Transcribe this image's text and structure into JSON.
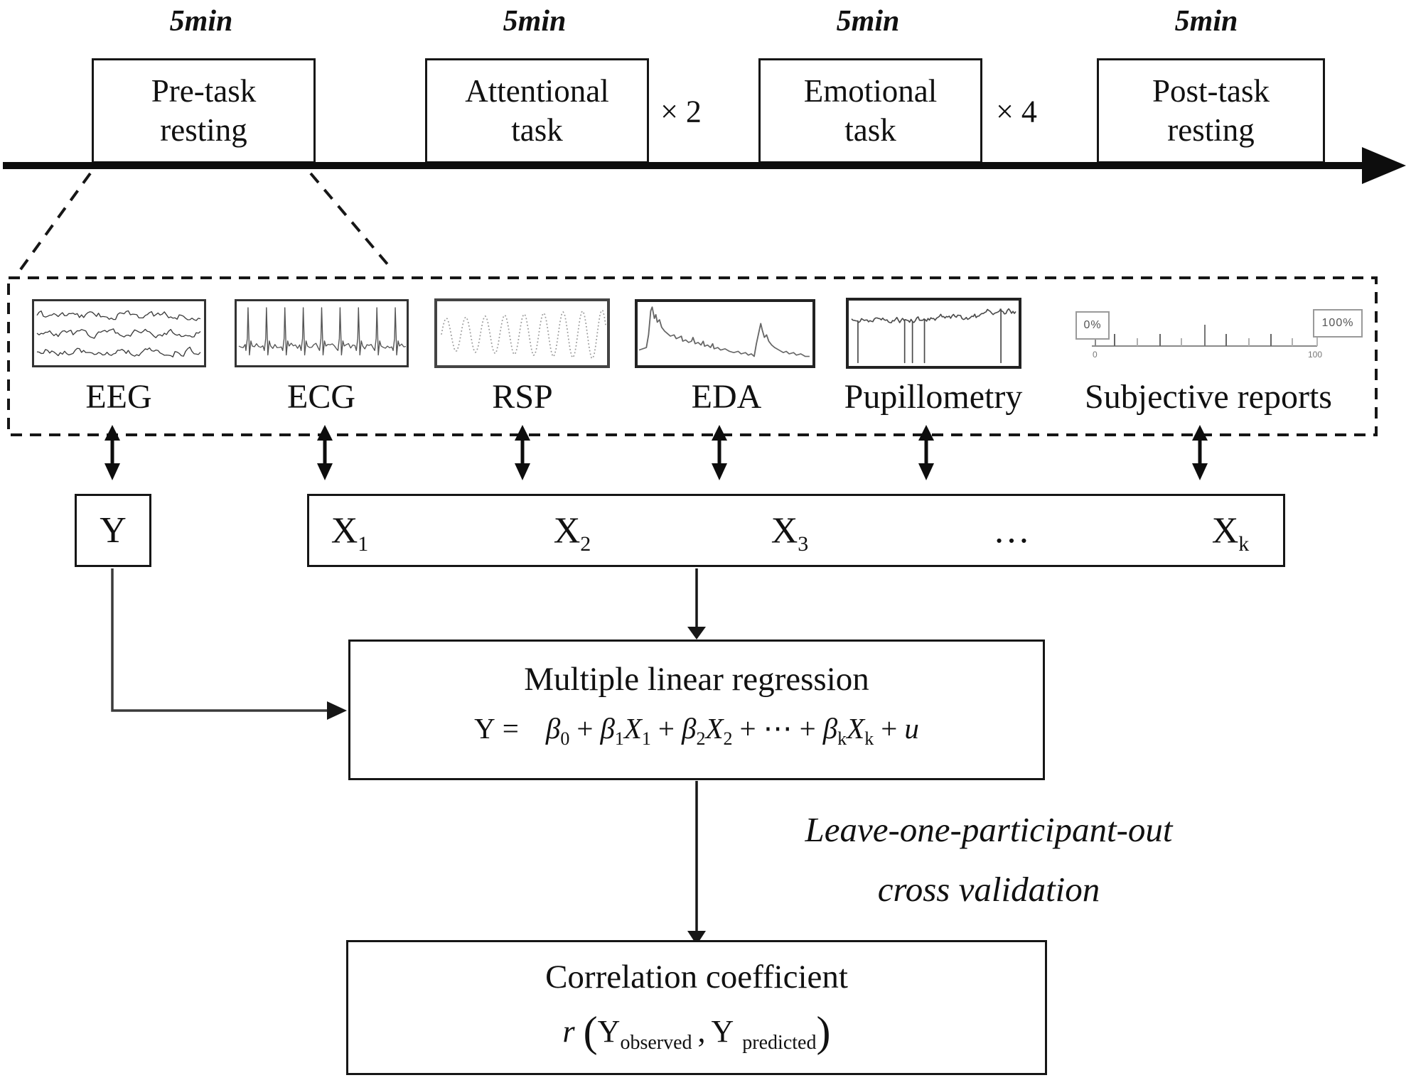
{
  "timeline": {
    "duration_labels": [
      "5min",
      "5min",
      "5min",
      "5min"
    ],
    "phases": [
      {
        "label": "Pre-task resting"
      },
      {
        "label": "Attentional task"
      },
      {
        "label": "Emotional task"
      },
      {
        "label": "Post-task resting"
      }
    ],
    "multipliers": [
      "× 2",
      "× 4"
    ]
  },
  "signals": {
    "items": [
      {
        "label": "EEG"
      },
      {
        "label": "ECG"
      },
      {
        "label": "RSP"
      },
      {
        "label": "EDA"
      },
      {
        "label": "Pupillometry"
      },
      {
        "label": "Subjective reports"
      }
    ],
    "vas": {
      "left_box": "0%",
      "right_box": "100%",
      "min": "0",
      "max": "100"
    }
  },
  "variables": {
    "y_label": "Y",
    "x_items": [
      {
        "base": "X",
        "sub": "1"
      },
      {
        "base": "X",
        "sub": "2"
      },
      {
        "base": "X",
        "sub": "3"
      },
      {
        "base": "…",
        "sub": ""
      },
      {
        "base": "X",
        "sub": "k"
      }
    ]
  },
  "regression": {
    "title": "Multiple linear regression",
    "formula": {
      "y": "Y",
      "eq": "=",
      "terms": [
        {
          "op": "",
          "coef": "β",
          "coef_sub": "0",
          "var": "",
          "var_sub": ""
        },
        {
          "op": "+",
          "coef": "β",
          "coef_sub": "1",
          "var": "X",
          "var_sub": "1"
        },
        {
          "op": "+",
          "coef": "β",
          "coef_sub": "2",
          "var": "X",
          "var_sub": "2"
        },
        {
          "op": "+",
          "coef": "⋯",
          "coef_sub": "",
          "var": "",
          "var_sub": ""
        },
        {
          "op": "+",
          "coef": "β",
          "coef_sub": "k",
          "var": "X",
          "var_sub": "k"
        },
        {
          "op": "+",
          "coef": "u",
          "coef_sub": "",
          "var": "",
          "var_sub": ""
        }
      ]
    }
  },
  "validation": {
    "line1": "Leave-one-participant-out",
    "line2": "cross validation"
  },
  "correlation": {
    "title": "Correlation coefficient",
    "r": "r",
    "open": "(",
    "y_obs": "Y",
    "obs_sub": "observed",
    "comma": ",",
    "y_pred": "Y",
    "pred_sub": "predicted",
    "close": ")"
  },
  "colors": {
    "ink": "#161616",
    "wave_gray": "#555555",
    "rsp_gray": "#999999"
  }
}
